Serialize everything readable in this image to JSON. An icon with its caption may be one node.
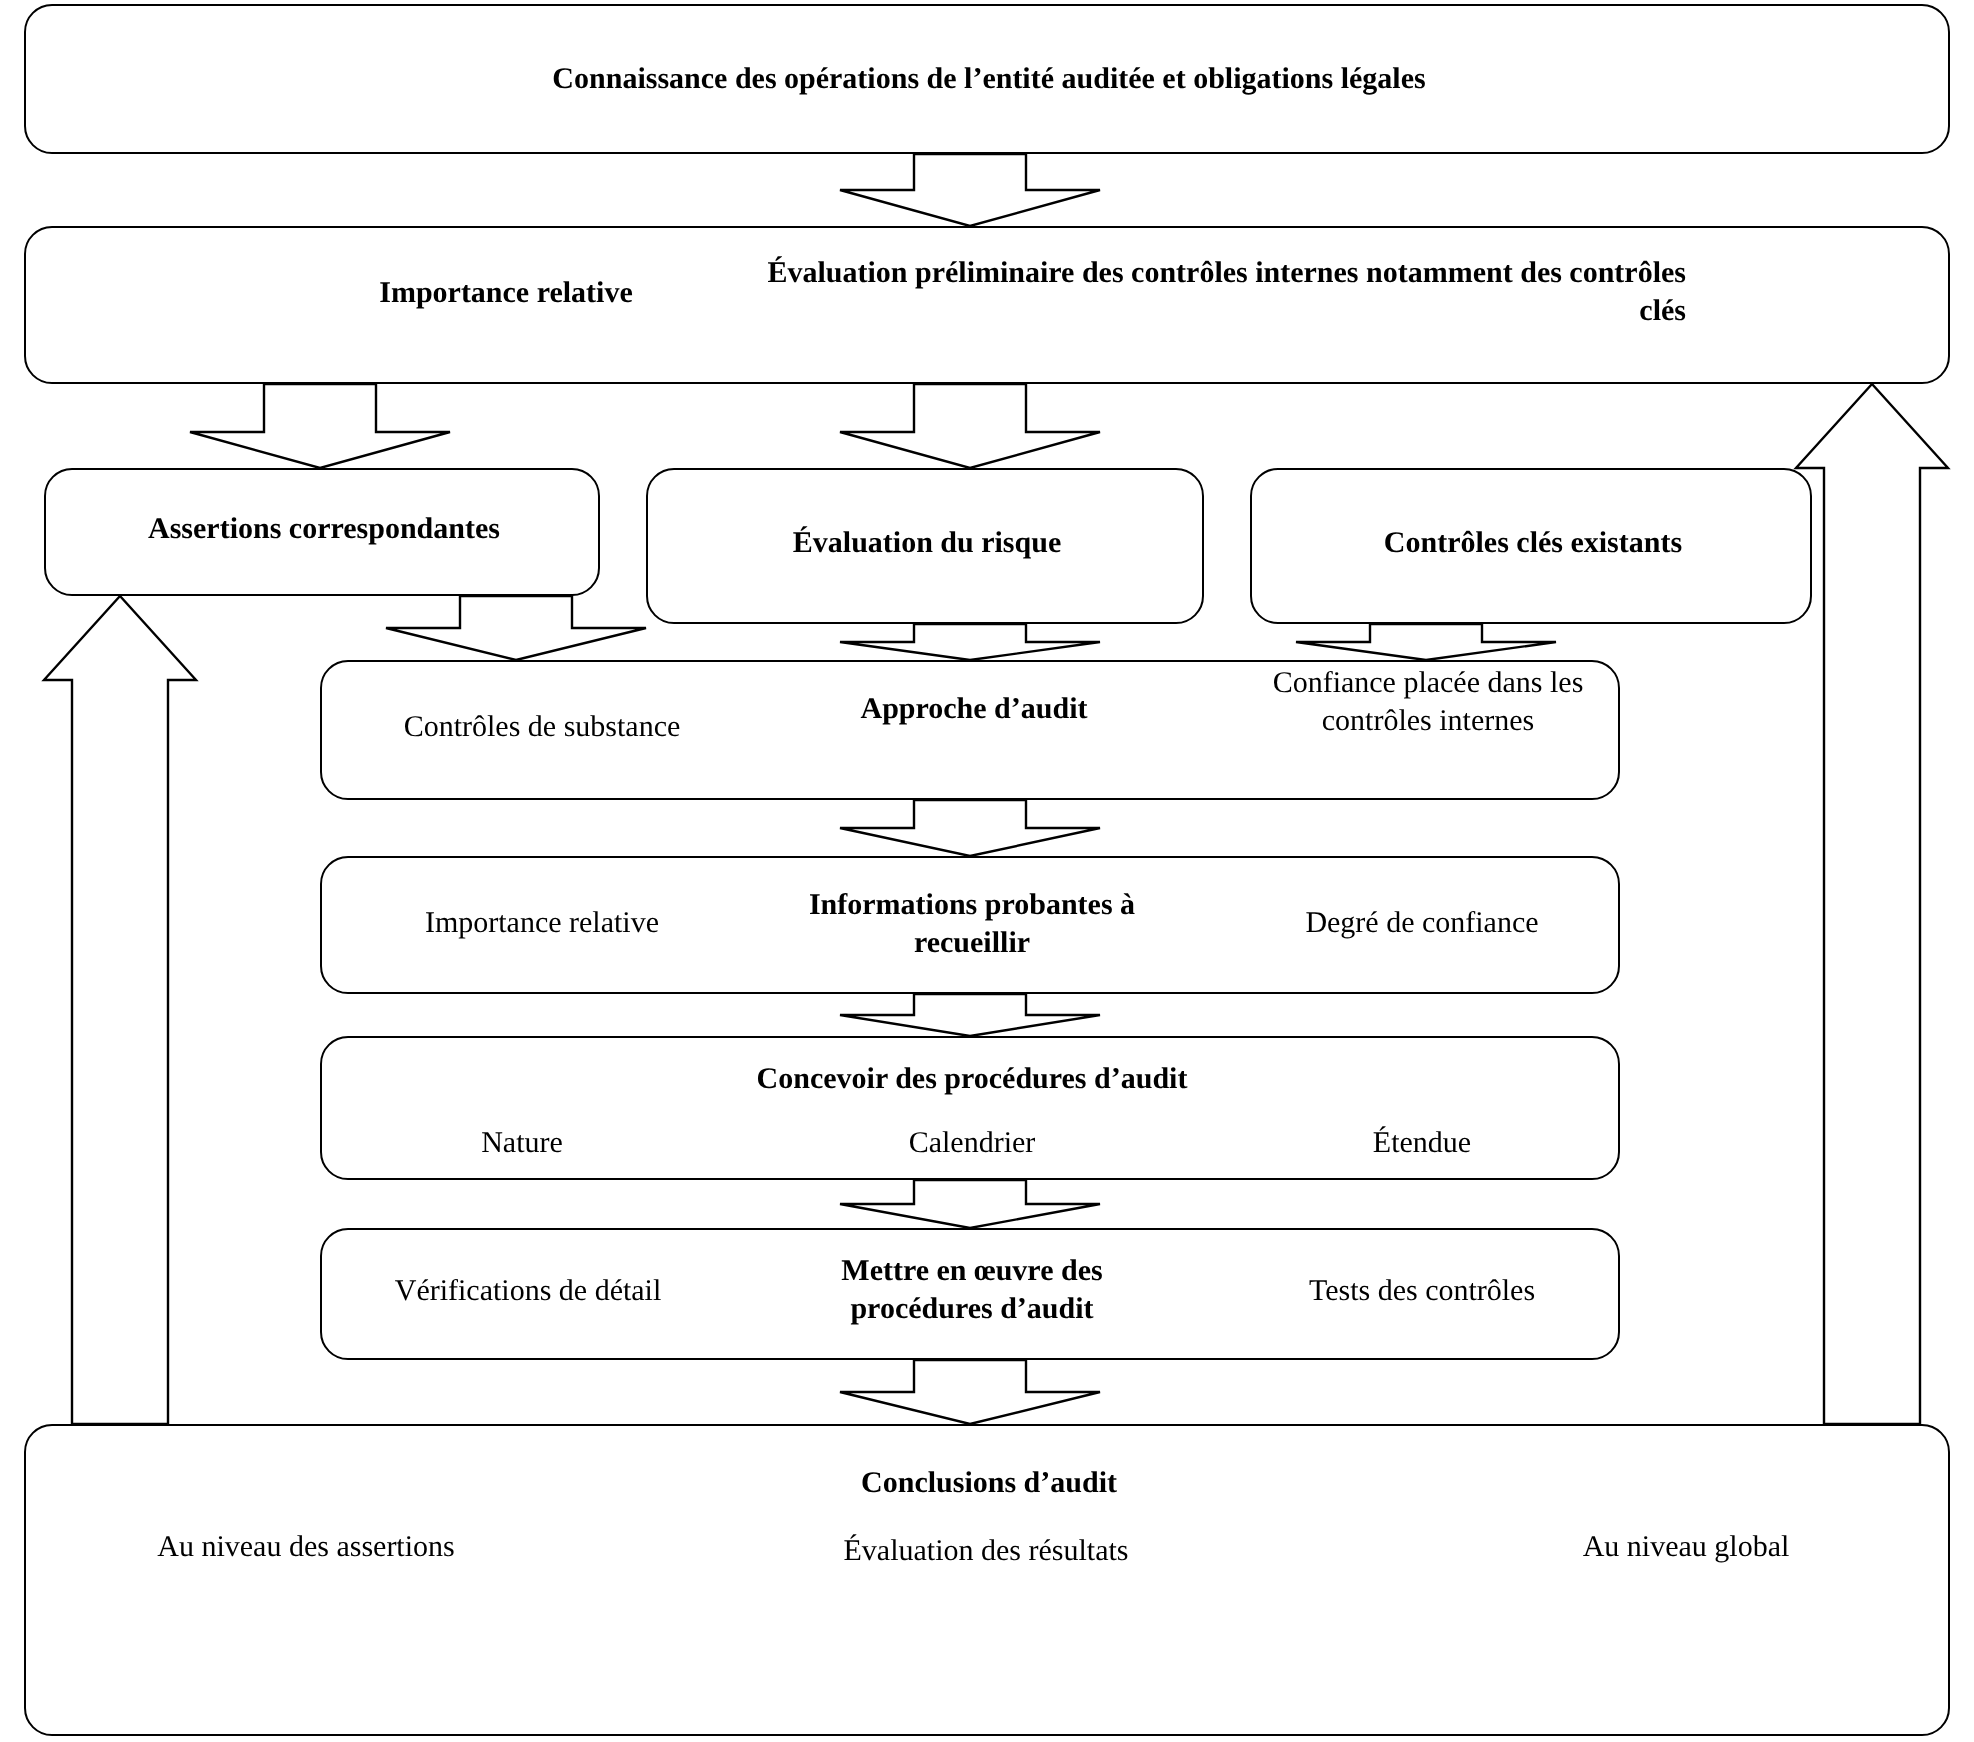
{
  "diagram": {
    "nodes": [
      {
        "text": [
          "Connaissance des opérations de l’entité auditée et obligations légales"
        ]
      },
      {
        "text": [
          "Importance relative",
          "Évaluation préliminaire des contrôles internes notamment des contrôles clés"
        ]
      },
      {
        "text": [
          "Assertions correspondantes"
        ]
      },
      {
        "text": [
          "Évaluation du risque"
        ]
      },
      {
        "text": [
          "Contrôles clés existants"
        ]
      },
      {
        "text": [
          "Contrôles de substance",
          "Approche d’audit",
          "Confiance placée dans les contrôles internes"
        ]
      },
      {
        "text": [
          "Importance relative",
          "Informations probantes à recueillir",
          "Degré de confiance"
        ]
      },
      {
        "text": [
          "Concevoir des procédures d’audit",
          "Nature",
          "Calendrier",
          "Étendue"
        ]
      },
      {
        "text": [
          "Vérifications de détail",
          "Mettre en œuvre des procédures d’audit",
          "Tests des contrôles"
        ]
      },
      {
        "text": [
          "Conclusions d’audit",
          "Au niveau des assertions",
          "Évaluation des résultats",
          "Au niveau global"
        ]
      }
    ],
    "edges": [
      {
        "from": 0,
        "to": 1,
        "arrow": "to"
      },
      {
        "from": 1,
        "to": 2,
        "arrow": "to"
      },
      {
        "from": 1,
        "to": 3,
        "arrow": "to"
      },
      {
        "from": 2,
        "to": 5,
        "arrow": "to"
      },
      {
        "from": 3,
        "to": 5,
        "arrow": "to"
      },
      {
        "from": 4,
        "to": 5,
        "arrow": "to"
      },
      {
        "from": 5,
        "to": 6,
        "arrow": "to"
      },
      {
        "from": 6,
        "to": 7,
        "arrow": "to"
      },
      {
        "from": 7,
        "to": 8,
        "arrow": "to"
      },
      {
        "from": 8,
        "to": 9,
        "arrow": "to"
      },
      {
        "from": 9,
        "to": 2,
        "arrow": "to"
      },
      {
        "from": 9,
        "to": 1,
        "arrow": "to"
      }
    ]
  }
}
